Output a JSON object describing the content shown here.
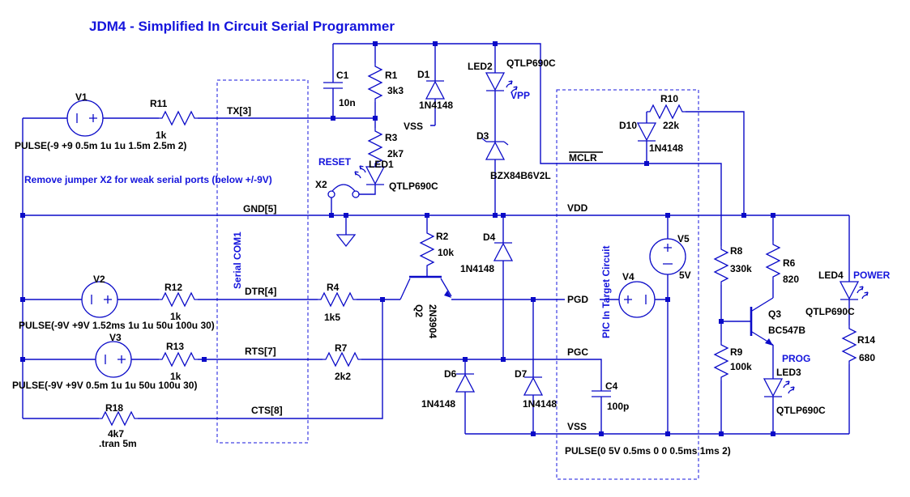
{
  "annotations": {
    "title": "JDM4 - Simplified In Circuit Serial Programmer",
    "jumper_note": "Remove jumper X2 for weak serial ports (below +/-9V)",
    "v1_pulse": "PULSE(-9 +9 0.5m 1u 1u 1.5m 2.5m 2)",
    "v2_pulse": "PULSE(-9V +9V 1.52ms 1u 1u 50u 100u 30)",
    "v3_pulse": "PULSE(-9V +9V 0.5m 1u 1u 50u 100u 30)",
    "v4_pulse": "PULSE(0 5V 0.5ms 0 0 0.5ms 1ms 2)",
    "tran_directive": ".tran 5m"
  },
  "boxes": {
    "serial_com1": "Serial COM1",
    "pic_target": "PIC In Target Circuit"
  },
  "nets": {
    "tx": "TX[3]",
    "gnd": "GND[5]",
    "dtr": "DTR[4]",
    "rts": "RTS[7]",
    "cts": "CTS[8]",
    "vdd": "VDD",
    "vss_top": "VSS",
    "vss_bottom": "VSS",
    "pgd": "PGD",
    "pgc": "PGC",
    "mclr": "MCLR",
    "vpp": "VPP",
    "reset": "RESET",
    "power": "POWER",
    "prog": "PROG"
  },
  "parts": {
    "v1": {
      "ref": "V1"
    },
    "v2": {
      "ref": "V2"
    },
    "v3": {
      "ref": "V3"
    },
    "v4": {
      "ref": "V4"
    },
    "v5": {
      "ref": "V5",
      "val": "5V"
    },
    "r1": {
      "ref": "R1",
      "val": "3k3"
    },
    "r2": {
      "ref": "R2",
      "val": "10k"
    },
    "r3": {
      "ref": "R3",
      "val": "2k7"
    },
    "r4": {
      "ref": "R4",
      "val": "1k5"
    },
    "r6": {
      "ref": "R6",
      "val": "820"
    },
    "r7": {
      "ref": "R7",
      "val": "2k2"
    },
    "r8": {
      "ref": "R8",
      "val": "330k"
    },
    "r9": {
      "ref": "R9",
      "val": "100k"
    },
    "r10": {
      "ref": "R10",
      "val": "22k"
    },
    "r11": {
      "ref": "R11",
      "val": "1k"
    },
    "r12": {
      "ref": "R12",
      "val": "1k"
    },
    "r13": {
      "ref": "R13",
      "val": "1k"
    },
    "r14": {
      "ref": "R14",
      "val": "680"
    },
    "r18": {
      "ref": "R18",
      "val": "4k7"
    },
    "c1": {
      "ref": "C1",
      "val": "10n"
    },
    "c4": {
      "ref": "C4",
      "val": "100p"
    },
    "d1": {
      "ref": "D1",
      "val": "1N4148"
    },
    "d3": {
      "ref": "D3",
      "val": "BZX84B6V2L"
    },
    "d4": {
      "ref": "D4",
      "val": "1N4148"
    },
    "d6": {
      "ref": "D6",
      "val": "1N4148"
    },
    "d7": {
      "ref": "D7",
      "val": "1N4148"
    },
    "d10": {
      "ref": "D10",
      "val": "1N4148"
    },
    "led1": {
      "ref": "LED1",
      "val": "QTLP690C"
    },
    "led2": {
      "ref": "LED2",
      "val": "QTLP690C"
    },
    "led3": {
      "ref": "LED3",
      "val": "QTLP690C"
    },
    "led4": {
      "ref": "LED4",
      "val": "QTLP690C"
    },
    "q2": {
      "ref": "Q2",
      "val": "2N3904"
    },
    "q3": {
      "ref": "Q3",
      "val": "BC547B"
    },
    "x2": {
      "ref": "X2"
    }
  }
}
